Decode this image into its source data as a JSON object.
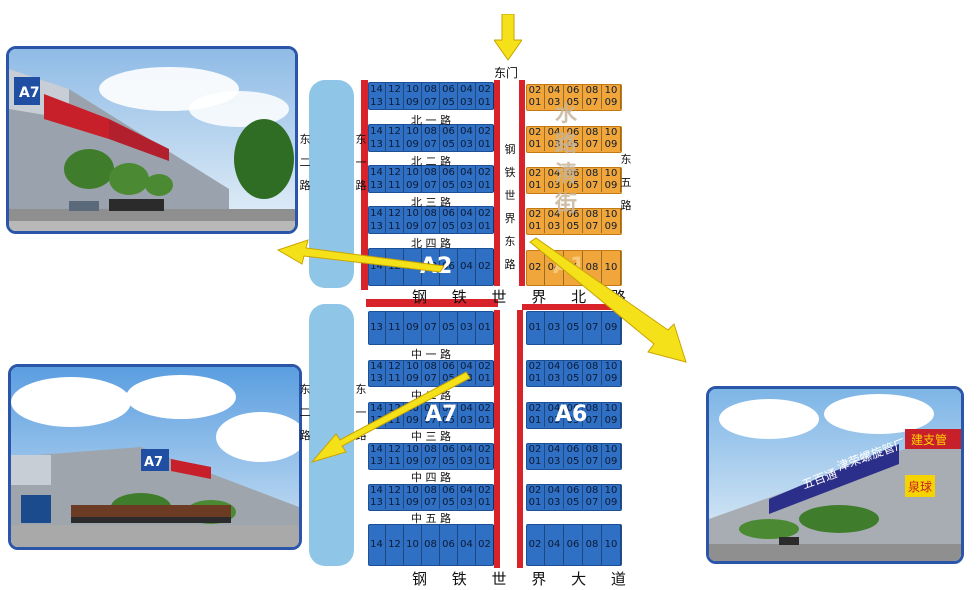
{
  "map": {
    "east_gate": "东门",
    "water_text": "水\n路\n清\n街",
    "zones": {
      "a2": "A2",
      "a1": "A1",
      "a7": "A7",
      "a6": "A6"
    },
    "roads": {
      "north_1": "北 一 路",
      "north_2": "北 二 路",
      "north_3": "北 三 路",
      "north_4": "北 四 路",
      "mid_1": "中 一 路",
      "mid_2": "中 二 路",
      "mid_3": "中 三 路",
      "mid_4": "中 四 路",
      "mid_5": "中 五 路",
      "steel_north": "钢 铁 世 界 北 路",
      "steel_avenue": "钢 铁 世 界 大 道",
      "steel_east": "钢\n铁\n世\n界\n东\n路",
      "east_5": "东\n五\n路",
      "east_2": "东\n二\n路",
      "east_1": "东\n一\n路",
      "east_2_lower": "东\n二\n路",
      "east_1_lower": "东\n一\n路"
    },
    "left_rows": {
      "top": [
        "14",
        "12",
        "10",
        "08",
        "06",
        "04",
        "02"
      ],
      "bottom": [
        "13",
        "11",
        "09",
        "07",
        "05",
        "03",
        "01"
      ],
      "big": [
        "14",
        "12",
        "10",
        "08",
        "06",
        "04",
        "02"
      ],
      "odd_only": [
        "13",
        "11",
        "09",
        "07",
        "05",
        "03",
        "01"
      ]
    },
    "right_rows": {
      "top": [
        "02",
        "04",
        "06",
        "08",
        "10"
      ],
      "bottom": [
        "01",
        "03",
        "05",
        "07",
        "09"
      ],
      "big": [
        "02",
        "04",
        "06",
        "08",
        "10"
      ],
      "odd_only": [
        "01",
        "03",
        "05",
        "07",
        "09"
      ]
    },
    "photos": {
      "top_left_sign": "A7",
      "bottom_left_sign": "A7",
      "bottom_right_sign_1": "建支管",
      "bottom_right_sign_2": "津荣螺旋管厂",
      "bottom_right_sign_3": "泉球",
      "bottom_right_sign_4": "五百通"
    },
    "colors": {
      "blue": "#2f6fc4",
      "orange": "#f0a63a",
      "red": "#d8232a",
      "light_blue": "#8fc6e8",
      "arrow": "#f5e11a"
    }
  }
}
